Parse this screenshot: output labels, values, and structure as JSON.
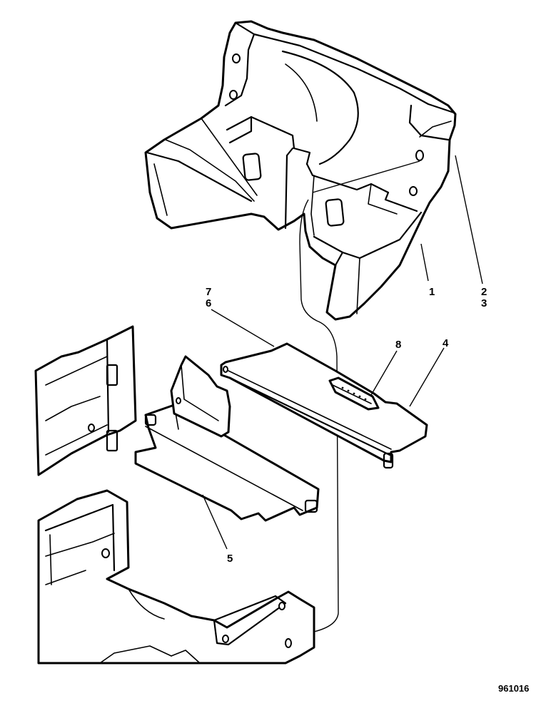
{
  "diagram": {
    "callouts": {
      "c1": "1",
      "c2": "2",
      "c3": "3",
      "c4": "4",
      "c5": "5",
      "c6": "6",
      "c7": "7",
      "c8": "8"
    },
    "drawing_number": "961016"
  }
}
